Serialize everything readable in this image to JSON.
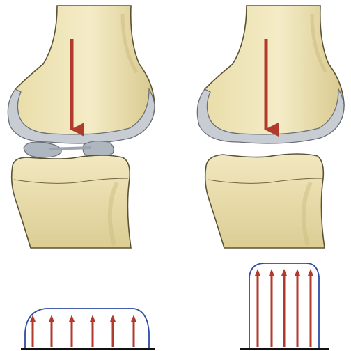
{
  "panels": [
    {
      "id": "with-meniscus",
      "meniscus_visible": true,
      "load_distribution": "wide",
      "pressure_arrow_count": 6
    },
    {
      "id": "without-meniscus",
      "meniscus_visible": false,
      "load_distribution": "narrow",
      "pressure_arrow_count": 5
    }
  ],
  "colors": {
    "bone_fill": "#efe4b6",
    "bone_shade": "#d8c98f",
    "bone_outline": "#5b5233",
    "cartilage_fill": "#c8ccd3",
    "cartilage_outline": "#6b7078",
    "meniscus_fill": "#aeb6c0",
    "load_arrow": "#b23a2c",
    "pressure_arrow": "#b23a2c",
    "pressure_envelope": "#2f4aa8",
    "baseline": "#111111"
  }
}
